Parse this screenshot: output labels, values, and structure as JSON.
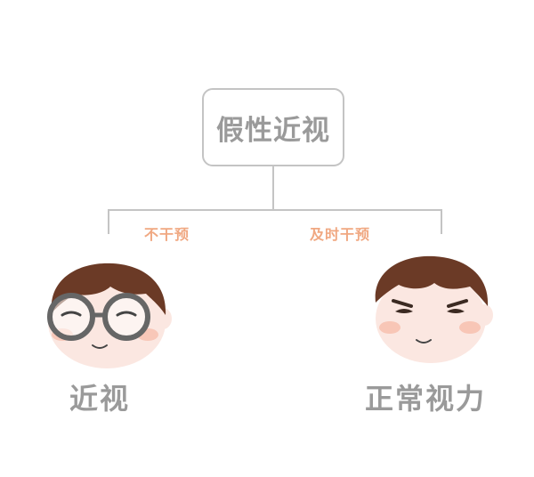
{
  "root": {
    "title": "假性近视"
  },
  "branches": [
    {
      "label": "不干预",
      "outcome": "近视",
      "face": "glasses-face"
    },
    {
      "label": "及时干预",
      "outcome": "正常视力",
      "face": "normal-face"
    }
  ],
  "colors": {
    "line": "#c4c4c4",
    "root_text": "#9a9a9a",
    "branch_text": "#f0a882",
    "hair": "#6b3a26",
    "skin": "#fbe7e1",
    "blush": "#f7bfae",
    "glasses": "#666666"
  }
}
